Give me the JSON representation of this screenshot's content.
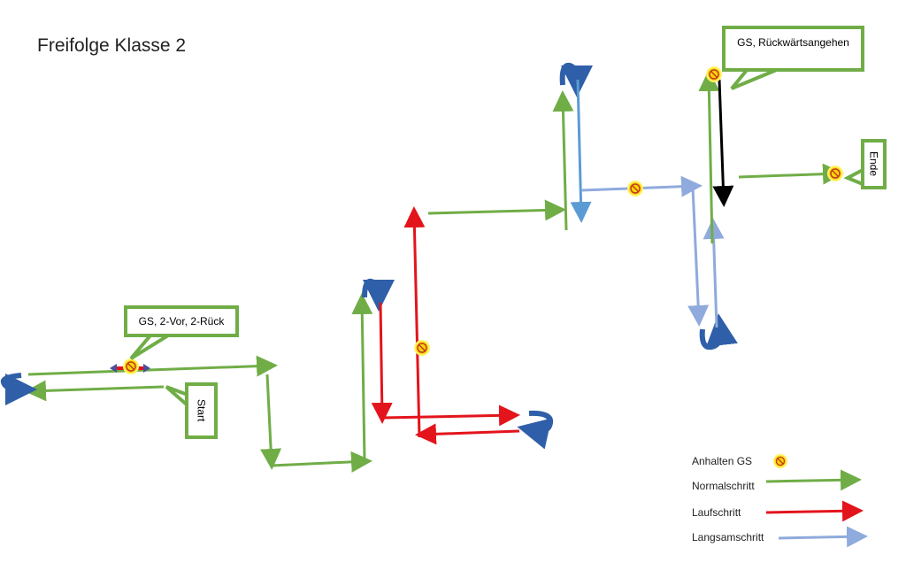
{
  "title": "Freifolge Klasse 2",
  "callouts": {
    "gs_vor_rueck": "GS, 2-Vor, 2-Rück",
    "start": "Start",
    "gs_rueckwaerts": "GS, Rückwärtsangehen",
    "ende": "Ende"
  },
  "legend": [
    {
      "label": "Anhalten GS",
      "icon": "stop-icon"
    },
    {
      "label": "Normalschritt",
      "color": "#70ad47"
    },
    {
      "label": "Laufschritt",
      "color": "#e3141c"
    },
    {
      "label": "Langsamschritt",
      "color": "#8faadc"
    }
  ]
}
